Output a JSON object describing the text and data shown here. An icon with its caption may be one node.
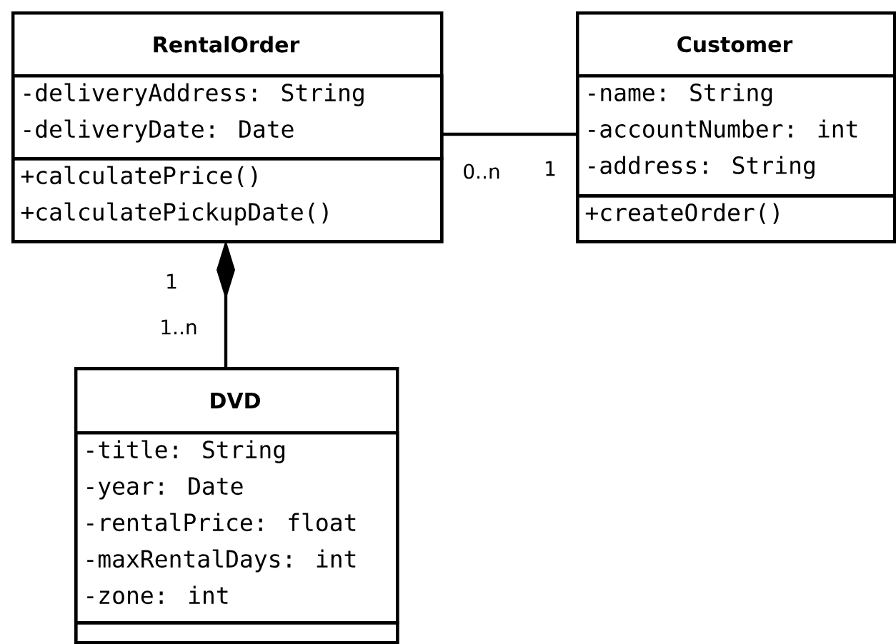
{
  "diagram": {
    "nodes": [
      {
        "text": [
          "RentalOrder"
        ]
      },
      {
        "text": [
          "-deliveryAddress: String",
          "-deliveryDate: Date"
        ],
        "in": 0
      },
      {
        "text": [
          "+calculatePrice()",
          "+calculatePickupDate()"
        ],
        "in": 0
      },
      {
        "text": [
          "Customer"
        ]
      },
      {
        "text": [
          "-name: String",
          "-accountNumber: int",
          "-address: String"
        ],
        "in": 3
      },
      {
        "text": [
          "+createOrder()"
        ],
        "in": 3
      },
      {
        "text": [
          "DVD"
        ]
      },
      {
        "text": [
          "-title: String",
          "-year: Date",
          "-rentalPrice: float",
          "-maxRentalDays: int",
          "-zone: int"
        ],
        "in": 6
      },
      {
        "text": [],
        "shape": "box",
        "in": 6
      }
    ],
    "edges": [
      {
        "from": 0,
        "to": 3,
        "arrow": "none"
      },
      {
        "from": 6,
        "to": 0,
        "arrow": "other"
      }
    ],
    "labels": [
      "0..n",
      "1",
      "1",
      "1..n"
    ]
  }
}
